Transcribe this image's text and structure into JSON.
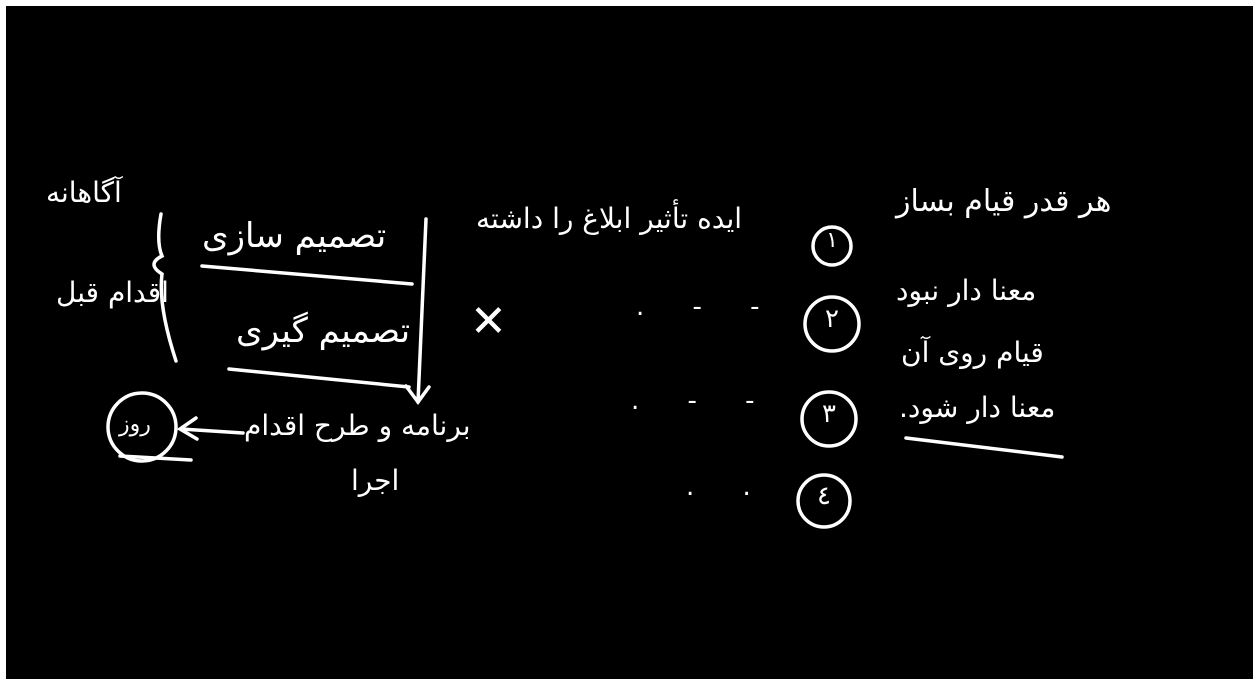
{
  "colors": {
    "board": "#000000",
    "ink": "#ffffff",
    "frame": "#ffffff"
  },
  "right_column": {
    "line1": "هر قدر قیام بساز",
    "line2": "معنا دار نبود",
    "line3": "قیام روی آن",
    "line4": "معنا دار شود."
  },
  "list": {
    "items": [
      {
        "number": "١",
        "text": "ایده تأثیر ابلاغ را داشته"
      },
      {
        "number": "٢",
        "text": "- - ."
      },
      {
        "number": "٣",
        "text": "- - ."
      },
      {
        "number": "٤",
        "text": ". ."
      }
    ]
  },
  "cross_mark": "✕",
  "left_block": {
    "side_top": "آگاهانه",
    "side_bottom": "اقدام قبل",
    "decision_making": "تصمیم سازی",
    "decision": "تصمیم گیری",
    "plan": "برنامه و طرح اقدام",
    "execution": "اجرا",
    "circle": "روز"
  }
}
